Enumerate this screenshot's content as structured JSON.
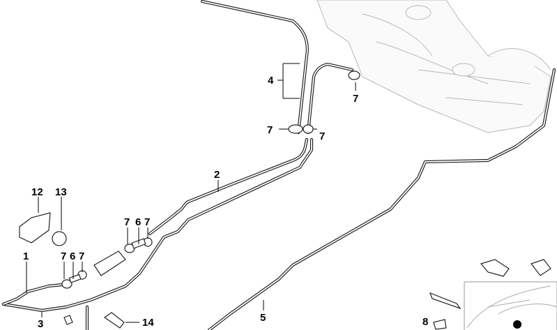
{
  "diagram": {
    "callouts": {
      "c4": "4",
      "c7a": "7",
      "c7b": "7",
      "c7c": "7",
      "c2": "2",
      "c12": "12",
      "c13": "13",
      "c7d": "7",
      "c6a": "6",
      "c7e": "7",
      "c1": "1",
      "c7f": "7",
      "c6b": "6",
      "c7g": "7",
      "c3": "3",
      "c14": "14",
      "c5": "5",
      "c8": "8"
    }
  }
}
